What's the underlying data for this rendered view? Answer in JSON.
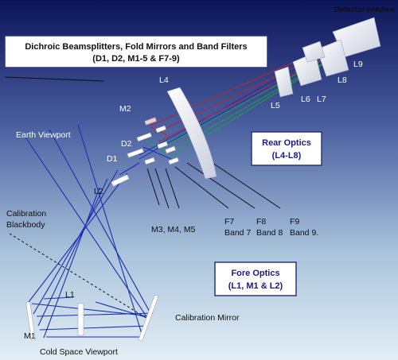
{
  "diagram": {
    "title_line1": "Dichroic Beamsplitters, Fold Mirrors and Band Filters",
    "title_line2": "(D1, D2, M1-5 & F7-9)",
    "detector_window": "Detector window",
    "rear_optics_line1": "Rear Optics",
    "rear_optics_line2": "(L4-L8)",
    "fore_optics_line1": "Fore Optics",
    "fore_optics_line2": "(L1, M1 & L2)",
    "earth_viewport": "Earth Viewport",
    "calibration_line1": "Calibration",
    "calibration_line2": "Blackbody",
    "calibration_mirror": "Calibration Mirror",
    "cold_space_viewport": "Cold Space Viewport",
    "m3_m4_m5": "M3, M4, M5",
    "filter_f7": "F7",
    "filter_f8": "F8",
    "filter_f9": "F9",
    "band_7": "Band 7",
    "band_8": "Band 8",
    "band_9": "Band 9.",
    "lens_labels": {
      "l1": "L1",
      "l2": "L2",
      "l4": "L4",
      "l5": "L5",
      "l6": "L6",
      "l7": "L7",
      "l8": "L8",
      "l9": "L9",
      "m1": "M1",
      "m2": "M2",
      "d1": "D1",
      "d2": "D2"
    },
    "colors": {
      "bg_top": "#0d1660",
      "bg_bottom": "#e6f0f6",
      "ray_blue": "#1b2fb0",
      "ray_red": "#c0222c",
      "ray_green": "#19a83a",
      "optic": "#e8eaf4"
    }
  }
}
